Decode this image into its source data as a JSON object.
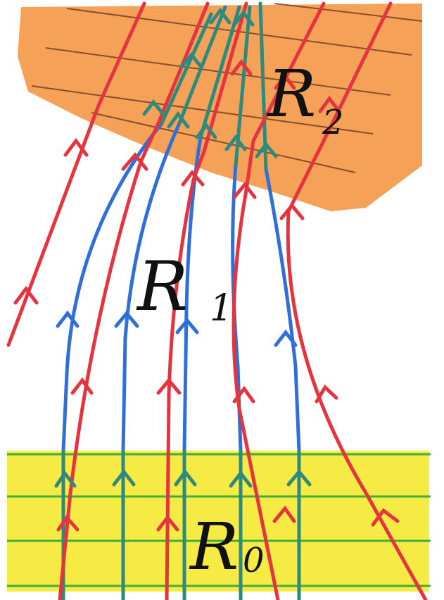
{
  "labels": {
    "r0": {
      "letter": "R",
      "sub": "0"
    },
    "r1": {
      "letter": "R",
      "sub": "1"
    },
    "r2": {
      "letter": "R",
      "sub": "2"
    }
  },
  "colors": {
    "region0_fill": "#f6e93a",
    "region0_lines": "#3fae3a",
    "region2_fill": "#f49a4a",
    "region2_lines": "#6b3a1f",
    "ray_red": "#e4343f",
    "ray_blue": "#2f6fd6",
    "ray_teal": "#2f8a7e",
    "paper": "#ffffff"
  }
}
